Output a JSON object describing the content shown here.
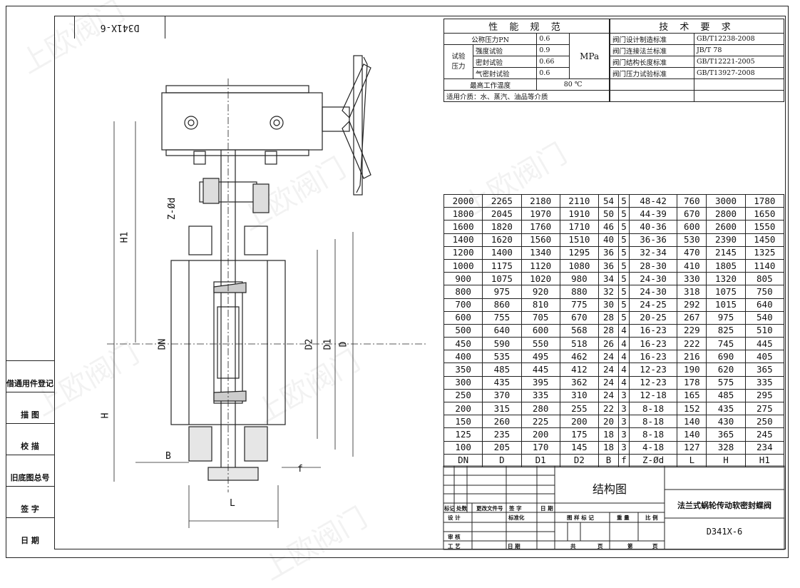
{
  "model_tag": "D341X-6",
  "side_labels": [
    "借通用件登记",
    "描 图",
    "校 描",
    "旧底图总号",
    "签 字",
    "日 期"
  ],
  "performance": {
    "header": "性 能 规 范",
    "nominal_label": "公称压力PN",
    "nominal_value": "0.6",
    "test_label": "试验\n压力",
    "rows": [
      {
        "label": "强度试验",
        "value": "0.9"
      },
      {
        "label": "密封试验",
        "value": "0.66"
      },
      {
        "label": "气密封试验",
        "value": "0.6"
      }
    ],
    "unit": "MPa",
    "temp_label": "最高工作温度",
    "temp_value": "80 ℃",
    "medium": "适用介质：水、蒸汽、油品等介质"
  },
  "technical": {
    "header": "技 术 要 求",
    "rows": [
      {
        "label": "阀门设计制造标准",
        "value": "GB/T12238-2008"
      },
      {
        "label": "阀门连接法兰标准",
        "value": "JB/T 78"
      },
      {
        "label": "阀门结构长度标准",
        "value": "GB/T12221-2005"
      },
      {
        "label": "阀门压力试验标准",
        "value": "GB/T13927-2008"
      }
    ]
  },
  "dimensions": {
    "headers": [
      "DN",
      "D",
      "D1",
      "D2",
      "B",
      "f",
      "Z-Ød",
      "L",
      "H",
      "H1"
    ],
    "rows": [
      [
        "2000",
        "2265",
        "2180",
        "2110",
        "54",
        "5",
        "48-42",
        "760",
        "3000",
        "1780"
      ],
      [
        "1800",
        "2045",
        "1970",
        "1910",
        "50",
        "5",
        "44-39",
        "670",
        "2800",
        "1650"
      ],
      [
        "1600",
        "1820",
        "1760",
        "1710",
        "46",
        "5",
        "40-36",
        "600",
        "2600",
        "1550"
      ],
      [
        "1400",
        "1620",
        "1560",
        "1510",
        "40",
        "5",
        "36-36",
        "530",
        "2390",
        "1450"
      ],
      [
        "1200",
        "1400",
        "1340",
        "1295",
        "36",
        "5",
        "32-34",
        "470",
        "2145",
        "1325"
      ],
      [
        "1000",
        "1175",
        "1120",
        "1080",
        "36",
        "5",
        "28-30",
        "410",
        "1805",
        "1140"
      ],
      [
        "900",
        "1075",
        "1020",
        "980",
        "34",
        "5",
        "24-30",
        "330",
        "1320",
        "805"
      ],
      [
        "800",
        "975",
        "920",
        "880",
        "32",
        "5",
        "24-30",
        "318",
        "1075",
        "750"
      ],
      [
        "700",
        "860",
        "810",
        "775",
        "30",
        "5",
        "24-25",
        "292",
        "1015",
        "640"
      ],
      [
        "600",
        "755",
        "705",
        "670",
        "28",
        "5",
        "20-25",
        "267",
        "975",
        "540"
      ],
      [
        "500",
        "640",
        "600",
        "568",
        "28",
        "4",
        "16-23",
        "229",
        "825",
        "510"
      ],
      [
        "450",
        "590",
        "550",
        "518",
        "26",
        "4",
        "16-23",
        "222",
        "745",
        "445"
      ],
      [
        "400",
        "535",
        "495",
        "462",
        "24",
        "4",
        "16-23",
        "216",
        "690",
        "405"
      ],
      [
        "350",
        "485",
        "445",
        "412",
        "24",
        "4",
        "12-23",
        "190",
        "620",
        "365"
      ],
      [
        "300",
        "435",
        "395",
        "362",
        "24",
        "4",
        "12-23",
        "178",
        "575",
        "335"
      ],
      [
        "250",
        "370",
        "335",
        "310",
        "24",
        "3",
        "12-18",
        "165",
        "485",
        "295"
      ],
      [
        "200",
        "315",
        "280",
        "255",
        "22",
        "3",
        "8-18",
        "152",
        "435",
        "275"
      ],
      [
        "150",
        "260",
        "225",
        "200",
        "20",
        "3",
        "8-18",
        "140",
        "430",
        "250"
      ],
      [
        "125",
        "235",
        "200",
        "175",
        "18",
        "3",
        "8-18",
        "140",
        "365",
        "245"
      ],
      [
        "100",
        "205",
        "170",
        "145",
        "18",
        "3",
        "4-18",
        "127",
        "328",
        "234"
      ]
    ]
  },
  "title_block": {
    "drawing_type": "结构图",
    "product_name": "法兰式蜗轮传动软密封蝶阀",
    "code": "D341X-6",
    "labels": {
      "mark": "标记",
      "count": "处数",
      "change_doc": "更改文件号",
      "sign": "签 字",
      "date": "日 期",
      "design": "设 计",
      "standardize": "标准化",
      "pattern_mark": "图 样 标 记",
      "weight": "重 量",
      "scale": "比 例",
      "review": "审 核",
      "process": "工 艺",
      "date2": "日 期",
      "total": "共",
      "pages": "页",
      "sheet": "第",
      "page": "页"
    }
  },
  "drawing_labels": {
    "zod": "Z-Ød",
    "h1": "H1",
    "dn": "DN",
    "d2": "D2",
    "d1": "D1",
    "d": "D",
    "h": "H",
    "b": "B",
    "f": "f",
    "l": "L"
  }
}
